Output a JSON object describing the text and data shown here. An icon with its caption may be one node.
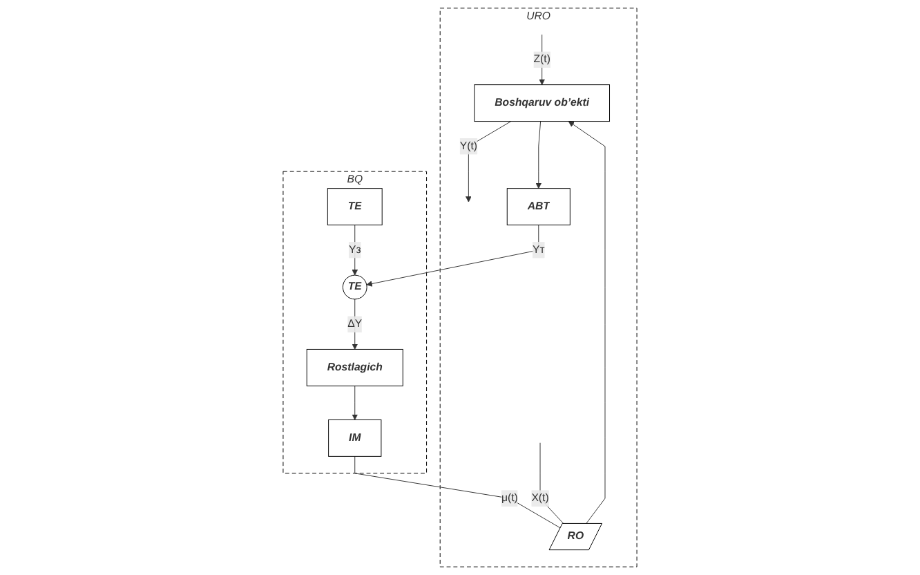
{
  "diagram": {
    "nodes": [
      {
        "text": [
          "URO"
        ]
      },
      {
        "text": [
          "BQ"
        ]
      },
      {
        "text": [
          "Boshqaruv ob’ekti"
        ],
        "in": 0
      },
      {
        "text": [
          "ABT"
        ],
        "in": 0
      },
      {
        "text": [
          "RO"
        ],
        "in": 0
      },
      {
        "text": [
          "Rostlagich"
        ],
        "in": 1
      },
      {
        "text": [
          "IM"
        ],
        "in": 1
      },
      {
        "text": [
          "TE"
        ],
        "in": 1
      },
      {
        "text": [
          "TE"
        ],
        "in": 1
      }
    ],
    "edges": [
      {
        "from": null,
        "to": 2,
        "arrow": "to",
        "label": "Z(t)"
      },
      {
        "from": null,
        "to": 4,
        "arrow": "none",
        "label": "X(t)"
      },
      {
        "from": 4,
        "to": 2,
        "arrow": "to"
      },
      {
        "from": 2,
        "to": null,
        "arrow": "to",
        "label": "Y(t)"
      },
      {
        "from": 2,
        "to": 3,
        "arrow": "to"
      },
      {
        "from": 3,
        "to": 7,
        "arrow": "to",
        "label": "Yт"
      },
      {
        "from": 8,
        "to": 7,
        "arrow": "to",
        "label": "Yз"
      },
      {
        "from": 7,
        "to": 5,
        "arrow": "to",
        "label": "ΔY"
      },
      {
        "from": 5,
        "to": 6,
        "arrow": "to"
      },
      {
        "from": 6,
        "to": 4,
        "arrow": "none",
        "label": "μ(t)"
      }
    ]
  }
}
